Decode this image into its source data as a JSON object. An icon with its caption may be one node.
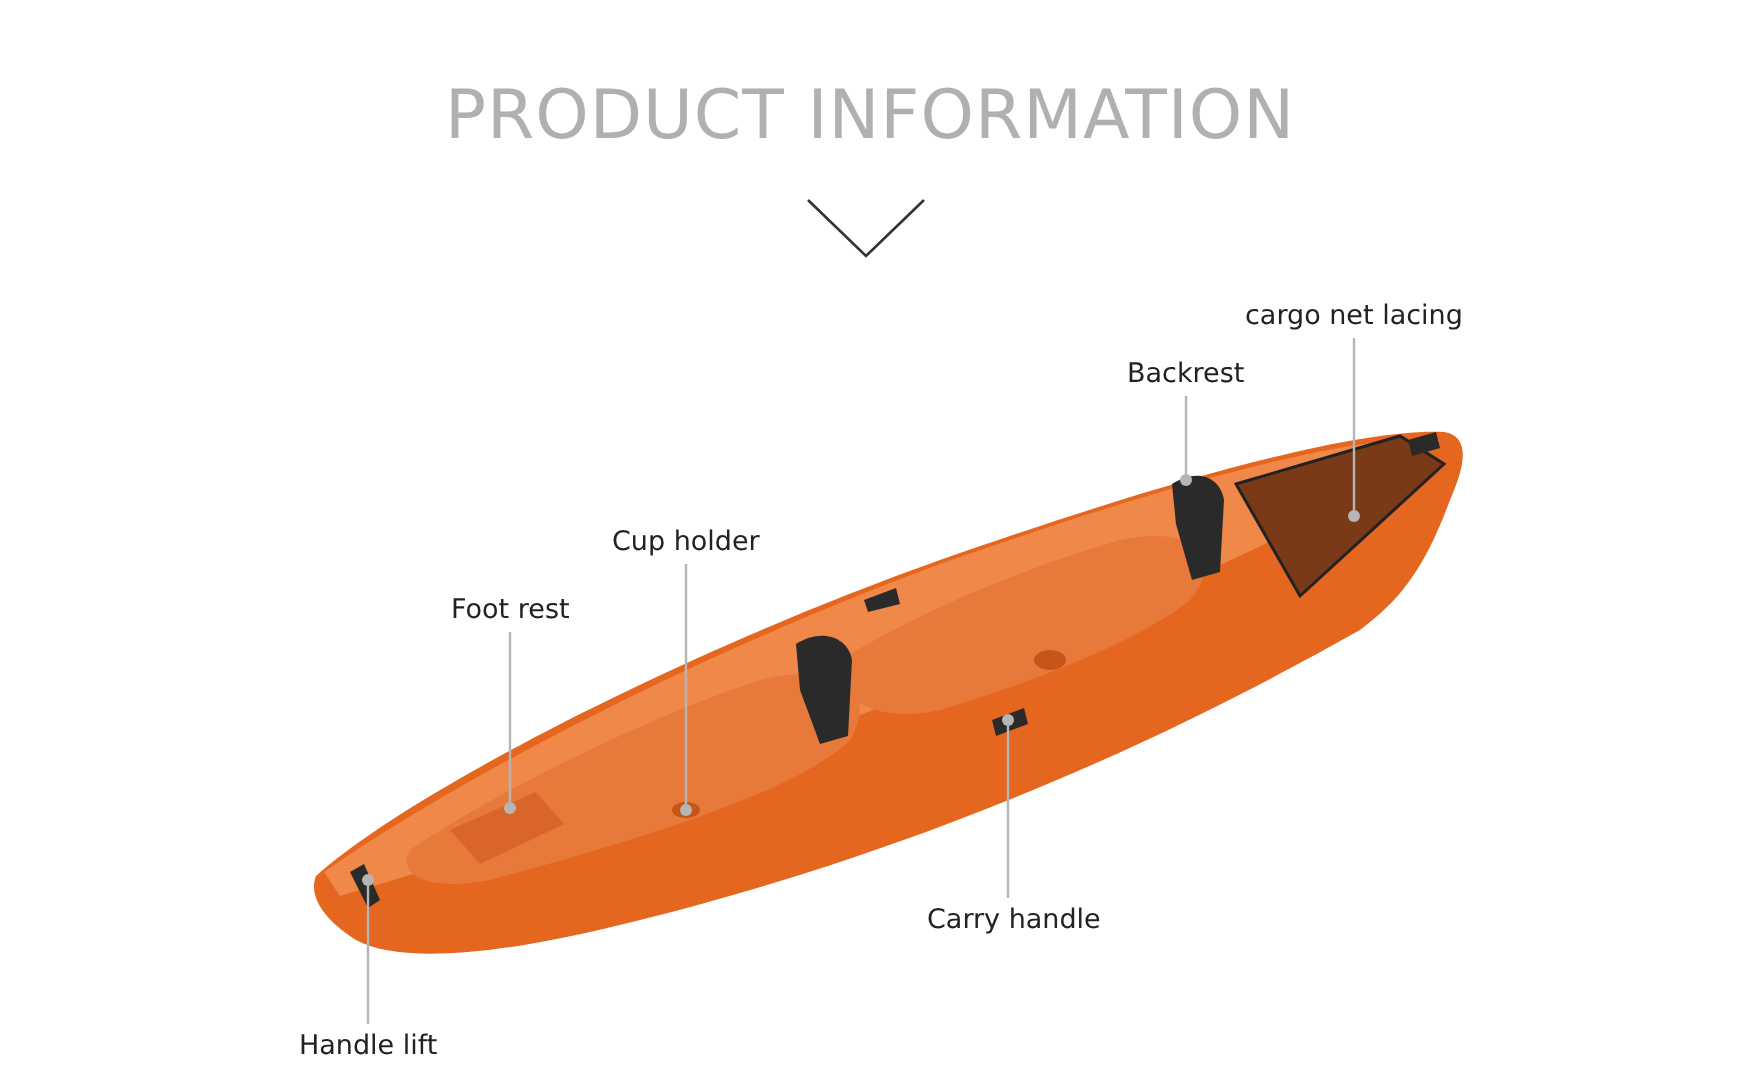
{
  "diagram": {
    "title": "PRODUCT INFORMATION",
    "nodes": [
      {
        "text": [
          "cargo net lacing"
        ]
      },
      {
        "text": [
          "Backrest"
        ]
      },
      {
        "text": [
          "Cup holder"
        ]
      },
      {
        "text": [
          "Foot rest"
        ]
      },
      {
        "text": [
          "Carry handle"
        ]
      },
      {
        "text": [
          "Handle lift"
        ]
      }
    ],
    "edges": [
      {
        "from": 0,
        "to": null,
        "arrow": "other"
      },
      {
        "from": 1,
        "to": null,
        "arrow": "other"
      },
      {
        "from": 2,
        "to": null,
        "arrow": "other"
      },
      {
        "from": 3,
        "to": null,
        "arrow": "other"
      },
      {
        "from": 4,
        "to": null,
        "arrow": "other"
      },
      {
        "from": 5,
        "to": null,
        "arrow": "other"
      }
    ]
  }
}
